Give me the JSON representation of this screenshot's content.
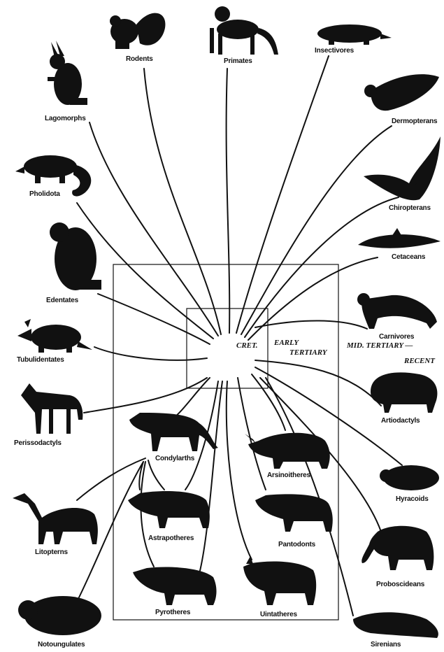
{
  "colors": {
    "ink": "#111111",
    "background": "#ffffff"
  },
  "eras": {
    "cretaceous": "CRET.",
    "early_tertiary_1": "EARLY",
    "early_tertiary_2": "TERTIARY",
    "mid_tertiary_recent_1": "MID.  TERTIARY —",
    "mid_tertiary_recent_2": "RECENT"
  },
  "groups": [
    {
      "key": "rodents",
      "label": "Rodents",
      "icon": "squirrel-silhouette"
    },
    {
      "key": "primates",
      "label": "Primates",
      "icon": "monkey-silhouette"
    },
    {
      "key": "insectivores",
      "label": "Insectivores",
      "icon": "mole-silhouette"
    },
    {
      "key": "lagomorphs",
      "label": "Lagomorphs",
      "icon": "rabbit-silhouette"
    },
    {
      "key": "dermopterans",
      "label": "Dermopterans",
      "icon": "colugo-silhouette"
    },
    {
      "key": "pholidota",
      "label": "Pholidota",
      "icon": "pangolin-silhouette"
    },
    {
      "key": "chiropterans",
      "label": "Chiropterans",
      "icon": "bat-silhouette"
    },
    {
      "key": "cetaceans",
      "label": "Cetaceans",
      "icon": "dolphin-silhouette"
    },
    {
      "key": "edentates",
      "label": "Edentates",
      "icon": "ground-sloth-silhouette"
    },
    {
      "key": "carnivores",
      "label": "Carnivores",
      "icon": "hyena-silhouette"
    },
    {
      "key": "tubulidentates",
      "label": "Tubulidentates",
      "icon": "aardvark-silhouette"
    },
    {
      "key": "artiodactyls",
      "label": "Artiodactyls",
      "icon": "bison-silhouette"
    },
    {
      "key": "perissodactyls",
      "label": "Perissodactyls",
      "icon": "horse-silhouette"
    },
    {
      "key": "condylarths",
      "label": "Condylarths",
      "icon": "condylarth-silhouette"
    },
    {
      "key": "arsinoitheres",
      "label": "Arsinoitheres",
      "icon": "arsinoithere-silhouette"
    },
    {
      "key": "hyracoids",
      "label": "Hyracoids",
      "icon": "hyrax-silhouette"
    },
    {
      "key": "litopterns",
      "label": "Litopterns",
      "icon": "litoptern-silhouette"
    },
    {
      "key": "astrapotheres",
      "label": "Astrapotheres",
      "icon": "astrapothere-silhouette"
    },
    {
      "key": "pantodonts",
      "label": "Pantodonts",
      "icon": "pantodont-silhouette"
    },
    {
      "key": "proboscideans",
      "label": "Proboscideans",
      "icon": "elephant-silhouette"
    },
    {
      "key": "pyrotheres",
      "label": "Pyrotheres",
      "icon": "pyrothere-silhouette"
    },
    {
      "key": "uintatheres",
      "label": "Uintatheres",
      "icon": "uintathere-silhouette"
    },
    {
      "key": "notoungulates",
      "label": "Notoungulates",
      "icon": "toxodon-silhouette"
    },
    {
      "key": "sirenians",
      "label": "Sirenians",
      "icon": "manatee-silhouette"
    }
  ]
}
